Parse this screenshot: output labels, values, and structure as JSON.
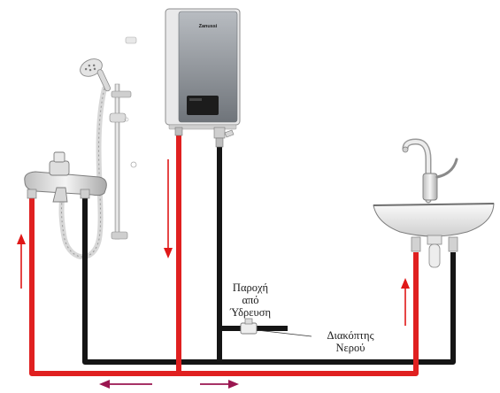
{
  "labels": {
    "water_supply": [
      "Παροχή",
      "από",
      "Ύδρευση"
    ],
    "water_valve": [
      "Διακόπτης",
      "Νερού"
    ]
  },
  "heater": {
    "brand": "Zanussi"
  },
  "colors": {
    "hot_pipe": "#e02020",
    "cold_pipe": "#151515",
    "arrow_red": "#e01818",
    "arrow_purple": "#9a1650",
    "heater_body": "#e9e9ea",
    "heater_panel": "#8f949a",
    "heater_display": "#1c1c1c",
    "fixture_metal": "#d9d9d9",
    "basin": "#f1f1f1"
  },
  "icons": [
    "shower-head-icon",
    "mixer-faucet-icon",
    "sink-faucet-icon",
    "water-heater-icon",
    "valve-icon",
    "flow-arrow-icon"
  ]
}
